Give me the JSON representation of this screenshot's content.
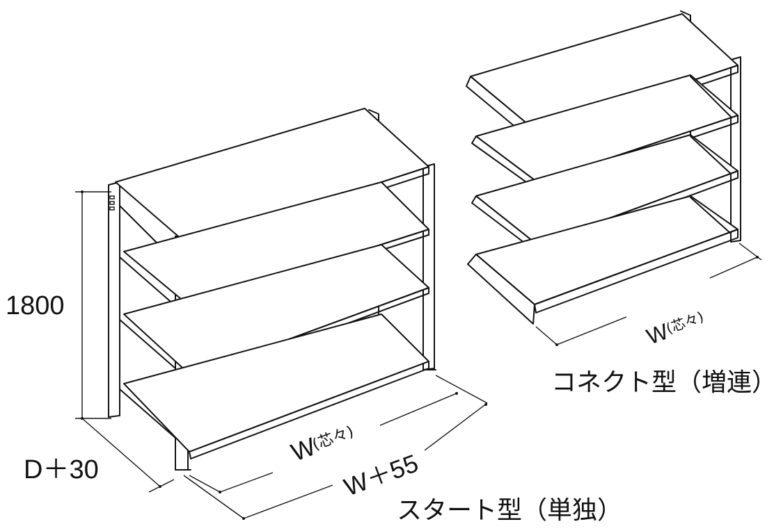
{
  "labels": {
    "height": "1800",
    "depth": "D＋30",
    "start_width_pitch": "W",
    "start_width_pitch_note": "(芯々)",
    "start_total_width": "W＋55",
    "connect_width_pitch": "W",
    "connect_width_pitch_note": "(芯々)"
  },
  "captions": {
    "start_type": "スタート型（単独）",
    "connect_type": "コネクト型（増連）"
  },
  "colors": {
    "line": "#111111",
    "background": "#ffffff"
  }
}
